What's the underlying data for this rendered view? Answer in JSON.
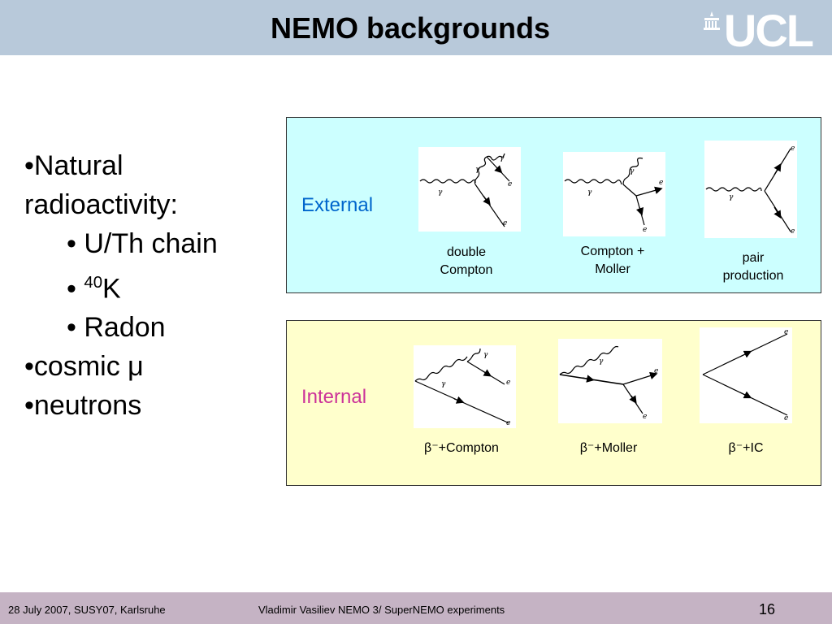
{
  "header": {
    "title": "NEMO backgrounds",
    "logo_text": "UCL"
  },
  "bullets": {
    "natural_1": "•Natural",
    "natural_2": "radioactivity:",
    "uth": "• U/Th chain",
    "k_bullet": "• ",
    "k_mass": "40",
    "k_symbol": "K",
    "radon": "• Radon",
    "cosmic": "•cosmic μ",
    "neutrons": "•neutrons"
  },
  "external": {
    "label": "External",
    "label_color": "#0066cc",
    "cap1_l1": "double",
    "cap1_l2": "Compton",
    "cap2_l1": "Compton +",
    "cap2_l2": "Moller",
    "cap3_l1": "pair",
    "cap3_l2": "production"
  },
  "internal": {
    "label": "Internal",
    "label_color": "#cc3399",
    "cap1": "β⁻+Compton",
    "cap2": "β⁻+Moller",
    "cap3": "β⁻+IC"
  },
  "diagram_labels": {
    "gamma": "γ",
    "electron": "e"
  },
  "footer": {
    "left": "28 July 2007, SUSY07, Karlsruhe",
    "center": "Vladimir Vasiliev NEMO 3/ SuperNEMO experiments",
    "page": "16"
  }
}
